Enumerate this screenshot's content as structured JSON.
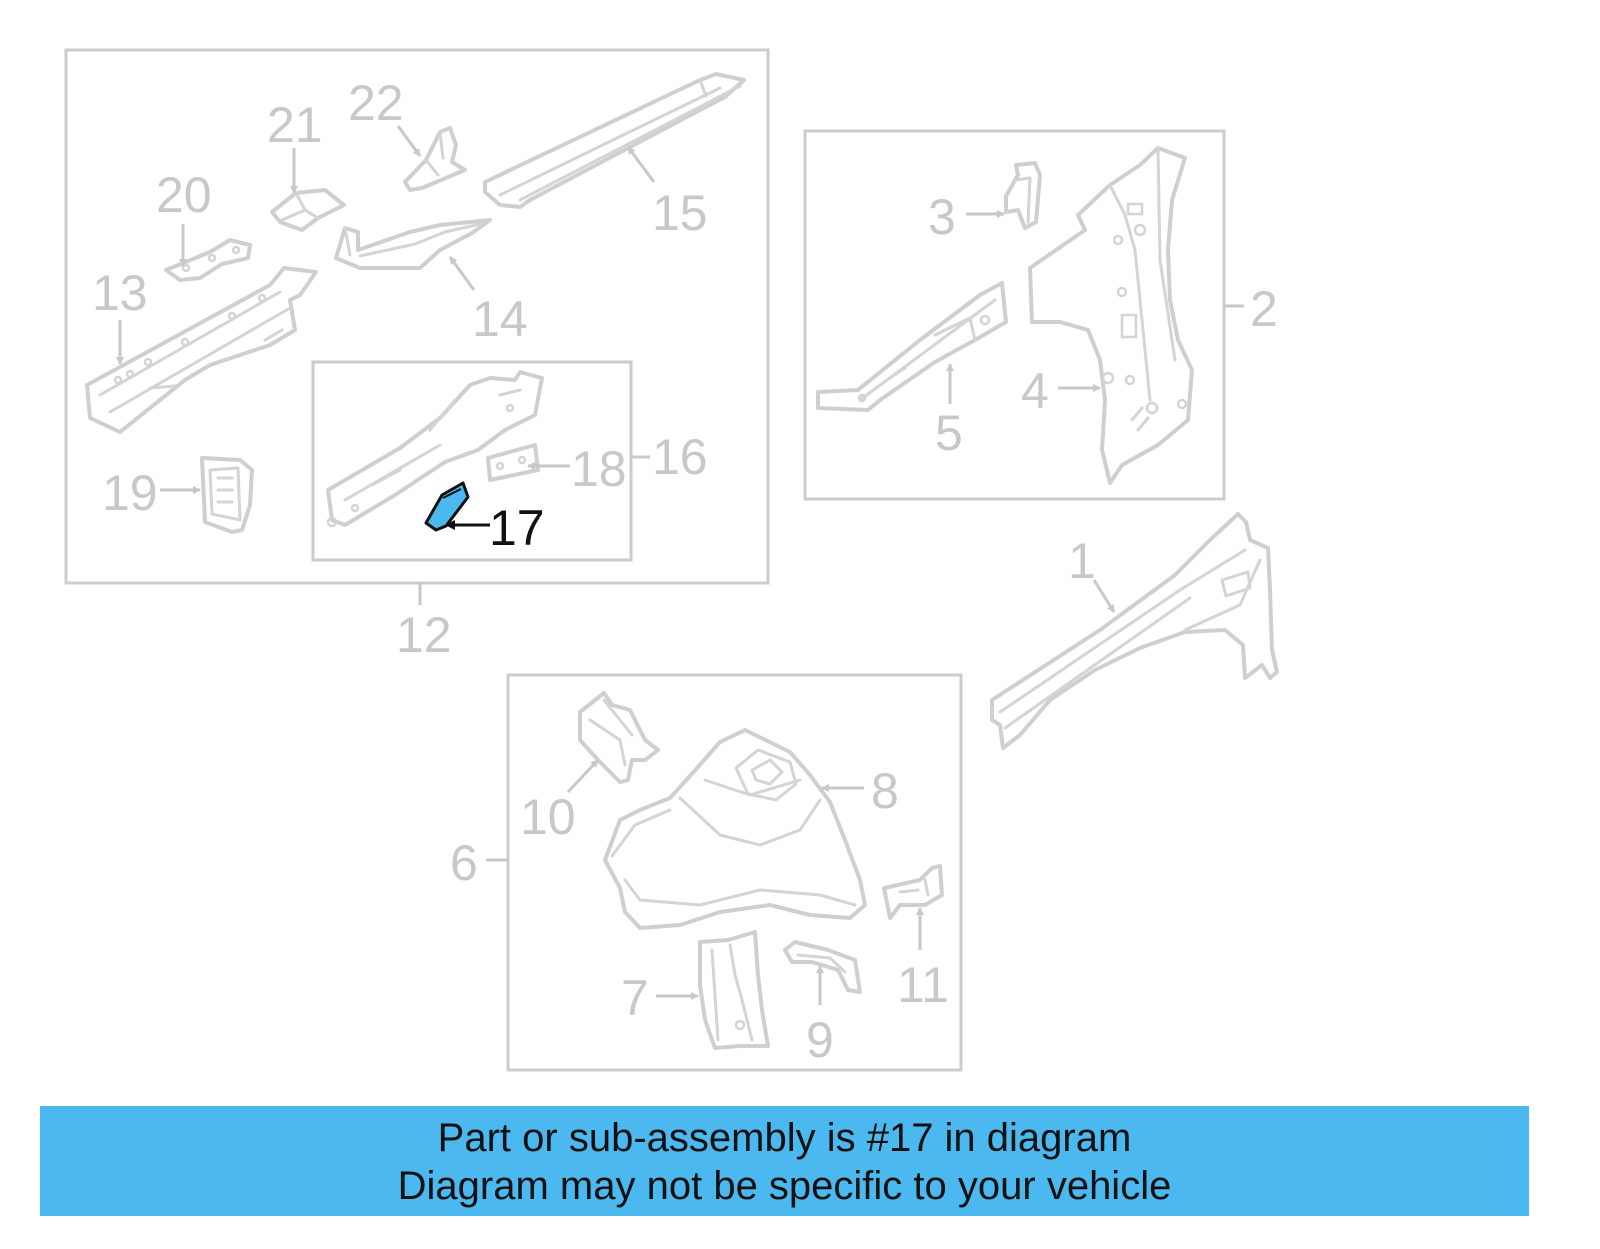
{
  "diagram": {
    "highlight_color": "#4bb9ef",
    "callouts": {
      "c1": "1",
      "c2": "2",
      "c3": "3",
      "c4": "4",
      "c5": "5",
      "c6": "6",
      "c7": "7",
      "c8": "8",
      "c9": "9",
      "c10": "10",
      "c11": "11",
      "c12": "12",
      "c13": "13",
      "c14": "14",
      "c15": "15",
      "c16": "16",
      "c17": "17",
      "c18": "18",
      "c19": "19",
      "c20": "20",
      "c21": "21",
      "c22": "22"
    },
    "highlighted_part": "17"
  },
  "banner": {
    "line1": "Part or sub-assembly is #17 in diagram",
    "line2": "Diagram may not be specific to your vehicle",
    "background": "#4bb9ef"
  }
}
